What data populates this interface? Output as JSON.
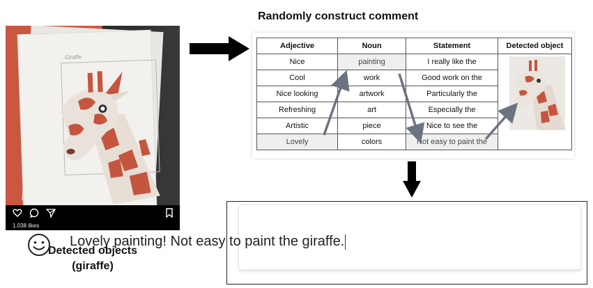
{
  "title": "Randomly construct comment",
  "post": {
    "likes": "1.038 likes",
    "caption_line1": "Detected objects",
    "caption_line2": "(giraffe)",
    "paper_caption": "Giraffe",
    "icons": [
      "heart-icon",
      "comment-icon",
      "share-icon",
      "bookmark-icon"
    ]
  },
  "table": {
    "headers": [
      "Adjective",
      "Noun",
      "Statement",
      "Detected object"
    ],
    "adjectives": [
      "Nice",
      "Cool",
      "Nice looking",
      "Refreshing",
      "Artistic",
      "Lovely"
    ],
    "nouns": [
      "painting",
      "work",
      "artwork",
      "art",
      "piece",
      "colors"
    ],
    "statements": [
      "I really like the",
      "Good work on the",
      "Particularly the",
      "Especially the",
      "Nice to see the",
      "Not easy to paint the"
    ]
  },
  "comment": {
    "text": "Lovely painting! Not easy to paint the giraffe.",
    "icon": "smiley-icon"
  },
  "colors": {
    "arrow": "#6b7380",
    "shade": "#efefef",
    "giraffe": "#c4553f"
  }
}
